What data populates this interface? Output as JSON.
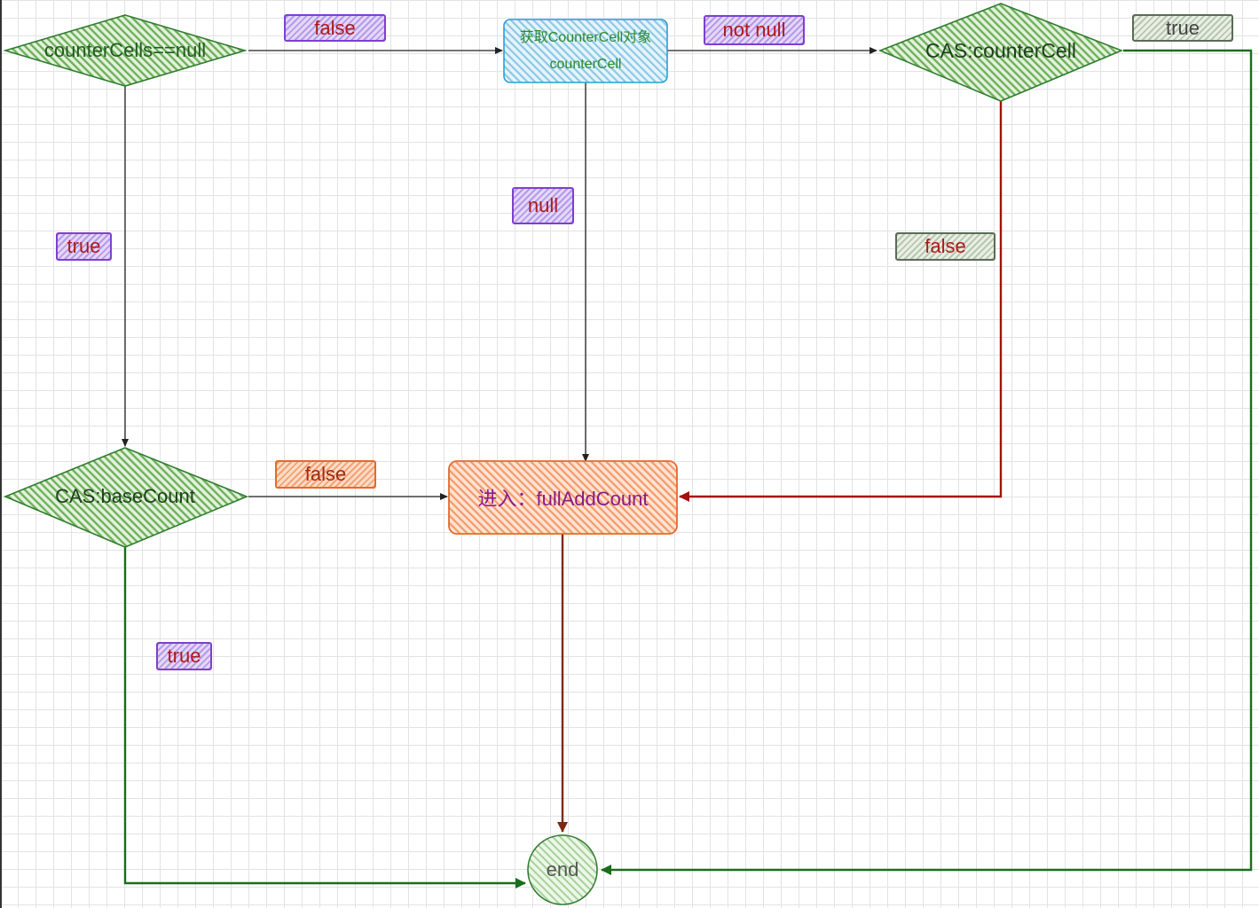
{
  "nodes": {
    "counter_cells_check": "counterCells==null",
    "get_counter_cell_line1": "获取CounterCell对象",
    "get_counter_cell_line2": "counterCell",
    "cas_counter_cell": "CAS:counterCell",
    "cas_base_count": "CAS:baseCount",
    "full_add_count": "进入：fullAddCount",
    "end": "end"
  },
  "edge_labels": {
    "check_false": "false",
    "get_not_null": "not null",
    "cas_cell_true": "true",
    "check_true": "true",
    "get_null": "null",
    "cas_cell_false": "false",
    "cas_base_false": "false",
    "cas_base_true": "true"
  },
  "colors": {
    "diamond_fill": "#7fbf6a",
    "diamond_stroke": "#2f7d2f",
    "process_fill": "#9fd4ec",
    "process_stroke": "#2a9fd6",
    "full_add_fill": "#f7a57a",
    "full_add_stroke": "#e56a2a",
    "end_fill": "#a6d39a",
    "edge_green": "#1a6e1a",
    "edge_red": "#a50f0f",
    "edge_brown": "#7a2a12",
    "edge_black": "#222222"
  }
}
